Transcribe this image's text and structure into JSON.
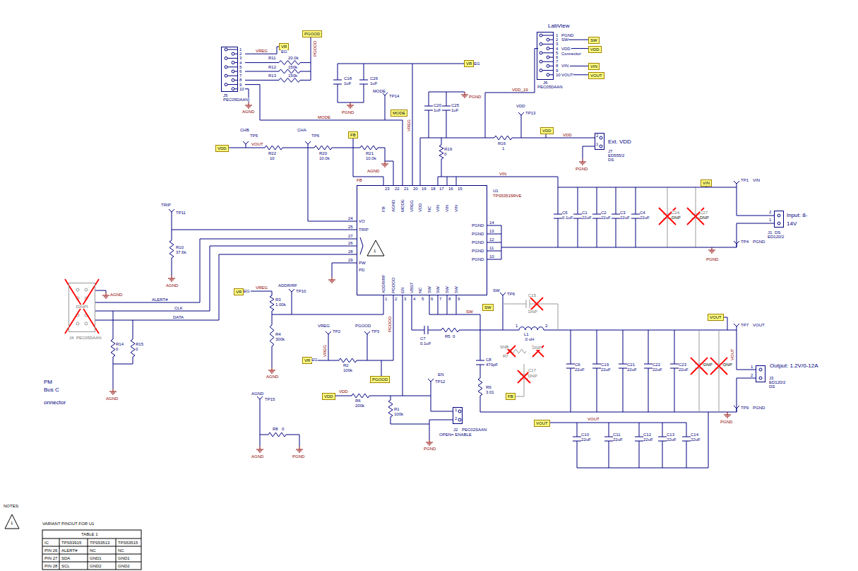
{
  "diagram": {
    "nodes": [
      {
        "text": [
          "U1",
          "TPS53515RVE"
        ]
      },
      {
        "text": [
          "J5",
          "PEC05DAAN"
        ]
      },
      {
        "text": [
          "J6",
          "PEC05DAAN"
        ]
      },
      {
        "text": [
          "J7",
          "ED555/2",
          "DS"
        ]
      },
      {
        "text": [
          "J1",
          "ED120/2",
          "DS"
        ]
      },
      {
        "text": [
          "J3",
          "ED120/2",
          "DS"
        ]
      },
      {
        "text": [
          "J2",
          "PEC02SAAN"
        ]
      },
      {
        "text": [
          "DNP",
          "J4",
          "PEC05DAAN"
        ]
      }
    ],
    "edges": [
      {
        "from": 0,
        "to": 4,
        "arrow": "none"
      },
      {
        "from": 0,
        "to": 6,
        "arrow": "none"
      }
    ],
    "labels": [
      "PGOOD",
      "PGOOD",
      "VREG",
      "VR",
      "EG",
      "1",
      "2",
      "3",
      "4",
      "5",
      "6",
      "7",
      "8",
      "9",
      "10",
      "R11",
      "20.0k",
      "R12",
      "150k",
      "R13",
      "150k",
      "AGND",
      "C18",
      "1uF",
      "C26",
      "1uF",
      "PGND",
      "MODE",
      "MODE",
      "TP14",
      "MODE",
      "VR",
      "EG",
      "VREG",
      "C20",
      "1uF",
      "C25",
      "1uF",
      "PGND",
      "LabView",
      "1",
      "2",
      "3",
      "4",
      "5",
      "6",
      "7",
      "8",
      "9",
      "10",
      "PGND",
      "SW",
      "VDD",
      "Connector",
      "VIN",
      "VOUT",
      "SW",
      "VDD",
      "VIN",
      "VOUT",
      "VDD_19",
      "VDD",
      "TP13",
      "VDD",
      "VDD",
      "R16",
      "1",
      "Ext. VDD",
      "2",
      "1",
      "PGND",
      "R19",
      "0",
      "CHB",
      "TP5",
      "CHA",
      "TP6",
      "FB",
      "VDD",
      "VOUT",
      "R22",
      "10",
      "R20",
      "10.0k",
      "R21",
      "10.0k",
      "AGND",
      "FB",
      "23",
      "22",
      "21",
      "20",
      "19",
      "18",
      "17",
      "16",
      "15",
      "FB",
      "AGND",
      "MODE",
      "VREG",
      "VDD",
      "NC",
      "VIN",
      "VIN",
      "VIN",
      "VIN",
      "24",
      "VO",
      "25",
      "TRIP",
      "27",
      "26",
      "28",
      "29",
      "PW",
      "PD",
      "1",
      "PGND",
      "PGND",
      "PGND",
      "PGND",
      "PGND",
      "14",
      "13",
      "12",
      "11",
      "10",
      "1",
      "2",
      "3",
      "4",
      "5",
      "6",
      "7",
      "8",
      "9",
      "ADDR/RF",
      "PGOOD",
      "EN",
      "VBST",
      "NC",
      "SW",
      "SW",
      "SW",
      "SW",
      "C5",
      "0.1uF",
      "C1",
      "22uF",
      "C2",
      "22uF",
      "C3",
      "22uF",
      "C4",
      "22uF",
      "C24",
      "DNP",
      "C27",
      "DNP",
      "VIN",
      "TP1",
      "VIN",
      "Input: 8-",
      "14V",
      "2",
      "1",
      "PGND",
      "TP4",
      "PGND",
      "TRIP",
      "TP11",
      "R10",
      "37.6k",
      "AGND",
      "PM",
      "Bus C",
      "onnector",
      "AGND",
      "ALERT#",
      "CLK",
      "DATA",
      "R14",
      "0",
      "R15",
      "0",
      "AGND",
      "VR",
      "EG",
      "VREG",
      "ADDR/RF",
      "TP10",
      "R3",
      "1.00k",
      "R4",
      "300k",
      "AGND",
      "VREG",
      "TP2",
      "PGOOD",
      "TP3",
      "VREG",
      "PGOOD",
      "VR",
      "EG",
      "R2",
      "100k",
      "PGOOD",
      "VDD",
      "VDD",
      "R6",
      "200k",
      "EN",
      "TP12",
      "R1",
      "100k",
      "1",
      "2",
      "OPEN= ENABLE",
      "PGND",
      "AGND",
      "TP15",
      "R8",
      "0",
      "AGND",
      "PGND",
      "C7",
      "0.1uF",
      "R5",
      "0",
      "SW",
      "SW",
      "SW",
      "TP6",
      "L1",
      ".0 uH",
      "1",
      "2",
      "C15",
      "DNP",
      "SNB",
      "DNP",
      "R7",
      "C17",
      "DNP",
      "C8",
      "470pF",
      "R9",
      "3.01",
      "FB",
      "C6",
      "22uF",
      "C19",
      "22uF",
      "C21",
      "22uF",
      "C22",
      "22uF",
      "C23",
      "22uF",
      "DNP",
      "DNP",
      "VOUT",
      "VOUT",
      "TP7",
      "VOUT",
      "Output: 1.2V/0-12A",
      "1",
      "2",
      "PGND",
      "TP9",
      "PGND",
      "VOUT",
      "VOUT",
      "C10",
      "22uF",
      "C11",
      "22uF",
      "C12",
      "22uF",
      "C13",
      "22uF",
      "C14",
      "22uF",
      "NOTES:",
      "1",
      "VARIANT PINOUT FOR U1",
      "TABLE 1",
      "IC",
      "TPS53915",
      "TPS53513",
      "TPS53515",
      "PIN 26",
      "ALERT#",
      "NC",
      "NC",
      "PIN 27",
      "SDA",
      "GND1",
      "GND1",
      "PIN 28",
      "SCL",
      "GND2",
      "GND2"
    ]
  }
}
